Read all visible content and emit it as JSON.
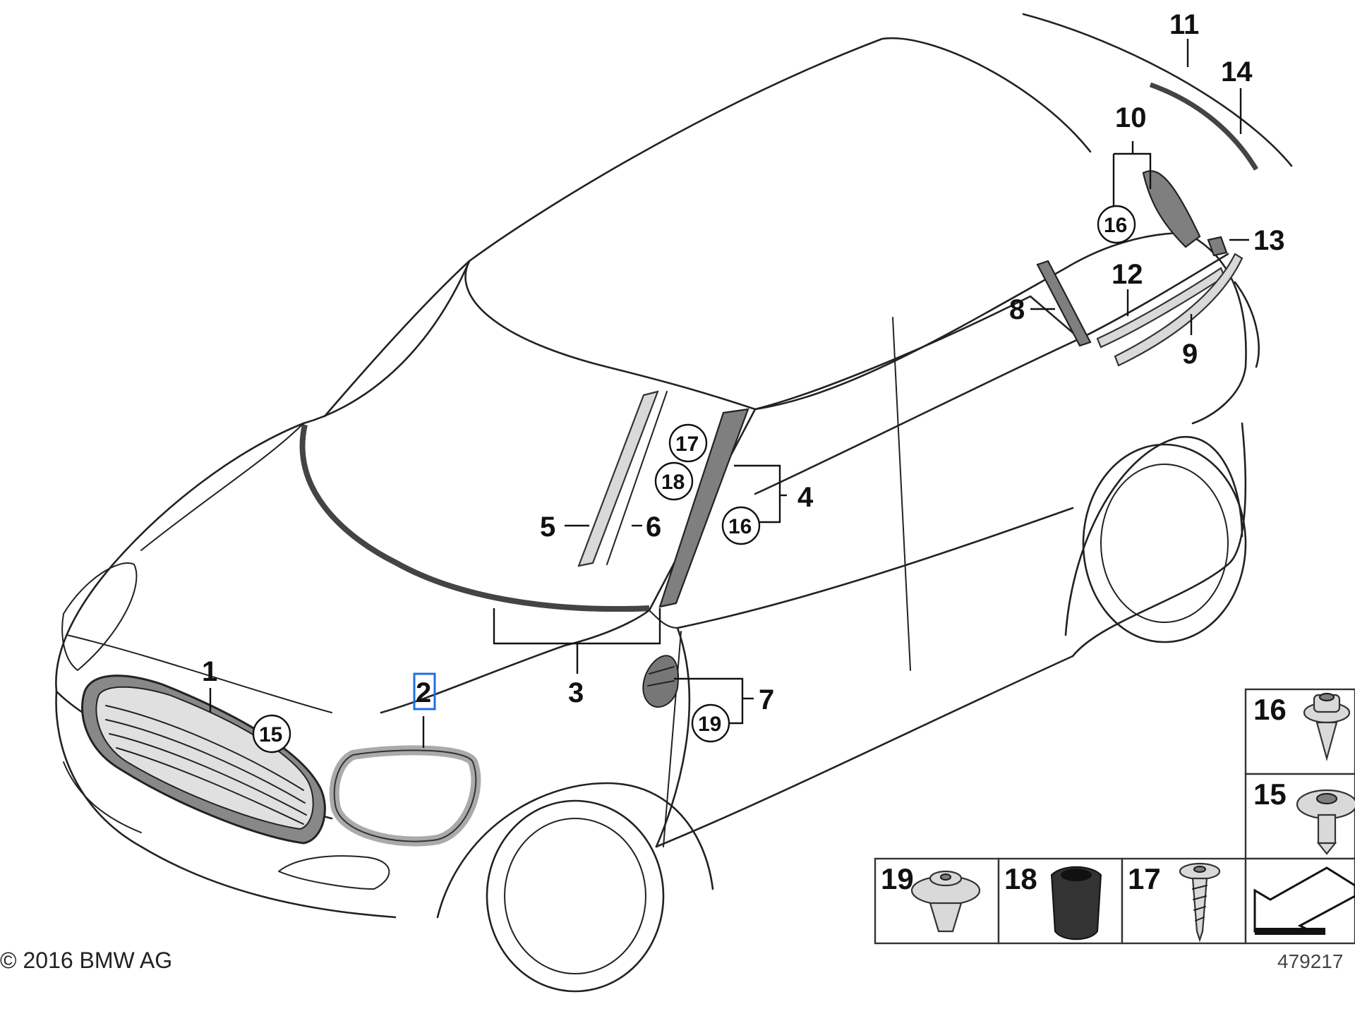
{
  "callouts": {
    "c1": "1",
    "c2": "2",
    "c3": "3",
    "c4": "4",
    "c5": "5",
    "c6": "6",
    "c7": "7",
    "c8": "8",
    "c9": "9",
    "c10": "10",
    "c11": "11",
    "c12": "12",
    "c13": "13",
    "c14": "14"
  },
  "circled": {
    "r15": "15",
    "r16a": "16",
    "r16b": "16",
    "r17": "17",
    "r18": "18",
    "r19": "19"
  },
  "fastener_table": {
    "f16": "16",
    "f15": "15",
    "f19": "19",
    "f18": "18",
    "f17": "17"
  },
  "highlight": {
    "part": "2",
    "color": "#1f6fe0"
  },
  "footer": {
    "copyright": "© 2016 BMW AG",
    "diagram_id": "479217"
  }
}
